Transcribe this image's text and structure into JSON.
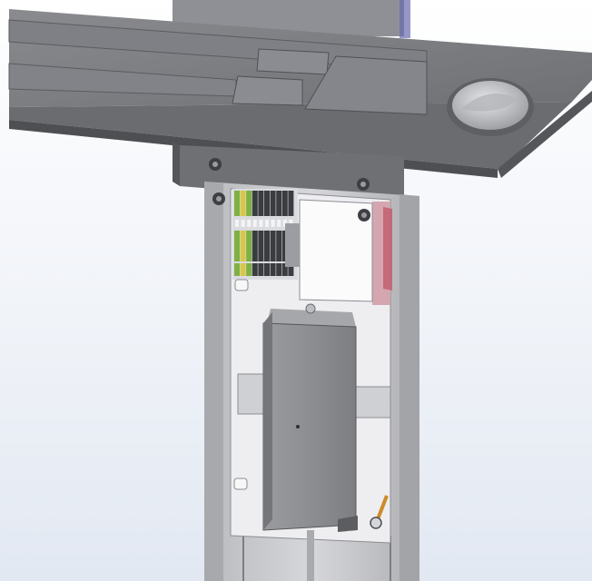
{
  "scene": {
    "kind": "cad-render",
    "subject": "kiosk-pedestal-electrical-assembly",
    "background_top": "#ffffff",
    "background_bottom": "#e7edf6",
    "colors": {
      "tray": "#7b7c80",
      "tray_edge": "#4d4e52",
      "bracket": "#6e6f73",
      "column": "#c7c8cc",
      "panel": "#f2f2f4",
      "enclosure": "#8d8e92",
      "terminal_green": "#7fb043",
      "terminal_yellow": "#d7c74a",
      "terminal_dark": "#3b3c40",
      "accent_red": "#c25a6b"
    },
    "terminal_block_columns": 10,
    "mount_screws": 6
  }
}
